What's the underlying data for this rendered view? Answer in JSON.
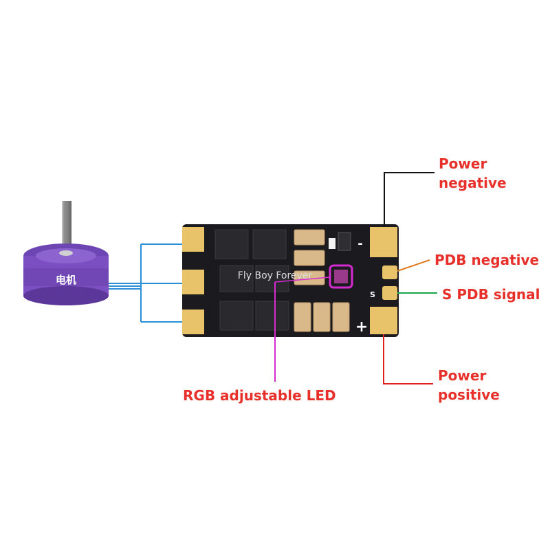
{
  "motor": {
    "label": "电机"
  },
  "watermark": "Fly Boy Forever",
  "board": {
    "minus_mark": "-",
    "plus_mark": "+",
    "s_mark": "S"
  },
  "labels": {
    "power_negative_1": "Power",
    "power_negative_2": "negative",
    "pdb_negative": "PDB negative",
    "s_pdb_signal": "S PDB signal",
    "power_positive_1": "Power",
    "power_positive_2": "positive",
    "rgb_led": "RGB adjustable LED"
  },
  "colors": {
    "label_red": "#e8302a",
    "line_black": "#111111",
    "line_orange": "#e07a1c",
    "line_green": "#1aa54a",
    "line_magenta": "#d42bd0",
    "line_red": "#e02020",
    "line_blue": "#2a8fd6",
    "pcb": "#1b1b1f",
    "pad_gold": "#e8c36a",
    "motor_purple": "#7b4fc2"
  }
}
